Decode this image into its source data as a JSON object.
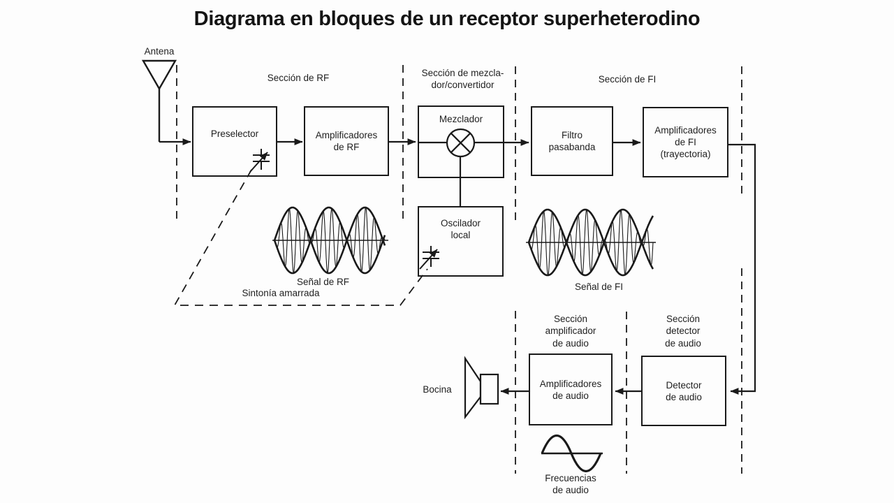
{
  "title": "Diagrama en bloques de un receptor superheterodino",
  "sections": {
    "rf": "Sección de RF",
    "mixer": [
      "Sección de mezcla-",
      "dor/convertidor"
    ],
    "if": "Sección de FI",
    "audio_amp": [
      "Sección",
      "amplificador",
      "de audio"
    ],
    "audio_det": [
      "Sección",
      "detector",
      "de audio"
    ]
  },
  "blocks": {
    "preselector": [
      "Preselector"
    ],
    "rf_amp": [
      "Amplificadores",
      "de RF"
    ],
    "mixer": [
      "Mezclador"
    ],
    "bandpass": [
      "Filtro",
      "pasabanda"
    ],
    "if_amp": [
      "Amplificadores",
      "de FI",
      "(trayectoria)"
    ],
    "local_osc": [
      "Oscilador",
      "local"
    ],
    "audio_amp": [
      "Amplificadores",
      "de audio"
    ],
    "detector": [
      "Detector",
      "de audio"
    ]
  },
  "labels": {
    "antenna": "Antena",
    "speaker": "Bocina",
    "rf_signal": "Señal de RF",
    "if_signal": "Señal de FI",
    "tuning_link": "Sintonía amarrada",
    "audio_freq": [
      "Frecuencias",
      "de audio"
    ]
  },
  "colors": {
    "ink": "#1a1a1a",
    "paper": "#fdfdfd"
  }
}
